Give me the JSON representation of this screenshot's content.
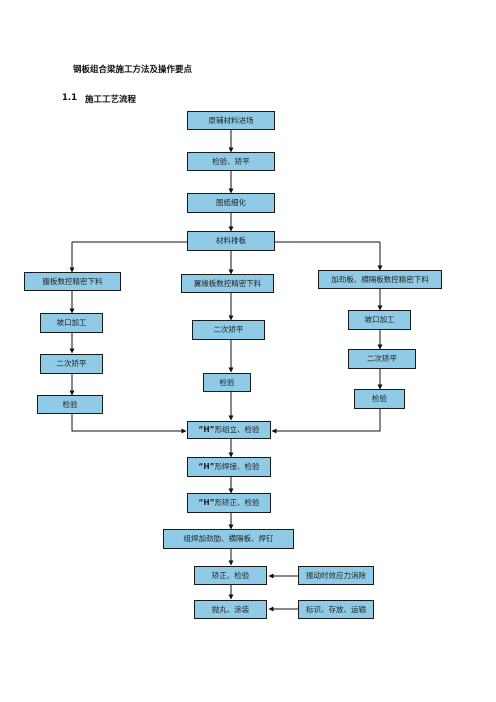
{
  "document": {
    "title": "钢板组合梁施工方法及操作要点",
    "section_number": "1.1",
    "section_title": "施工工艺流程"
  },
  "flowchart": {
    "main": {
      "raw_material": "原辅材料进场",
      "inspect_straighten": "检验、矫平",
      "drawing_detail": "图纸细化",
      "material_layout": "材料排板"
    },
    "left_branch": {
      "web_cutting": "腹板数控精密下料",
      "groove": "坡口加工",
      "second_straighten": "二次矫平",
      "inspection": "检验"
    },
    "middle_branch": {
      "flange_cutting": "翼缘板数控精密下料",
      "second_straighten": "二次矫平",
      "inspection": "检验"
    },
    "right_branch": {
      "stiffener_cutting": "加劲板、横隔板数控精密下料",
      "groove": "坡口加工",
      "second_straighten": "二次矫平",
      "inspection": "检验"
    },
    "assembly": {
      "h_assemble_prefix": "“H”",
      "h_assemble_suffix": "形组立、检验",
      "h_weld_prefix": "“H”",
      "h_weld_suffix": "形焊接、检验",
      "h_correct_prefix": "“H”",
      "h_correct_suffix": "形矫正、检验",
      "stiffener_weld": "组焊加劲肋、横隔板、焊钉",
      "correct_inspect": "矫正、检验",
      "vibration_stress": "振动时效应力消除",
      "blast_paint": "抛丸、涂装",
      "mark_store_ship": "标识、存放、运输"
    }
  }
}
